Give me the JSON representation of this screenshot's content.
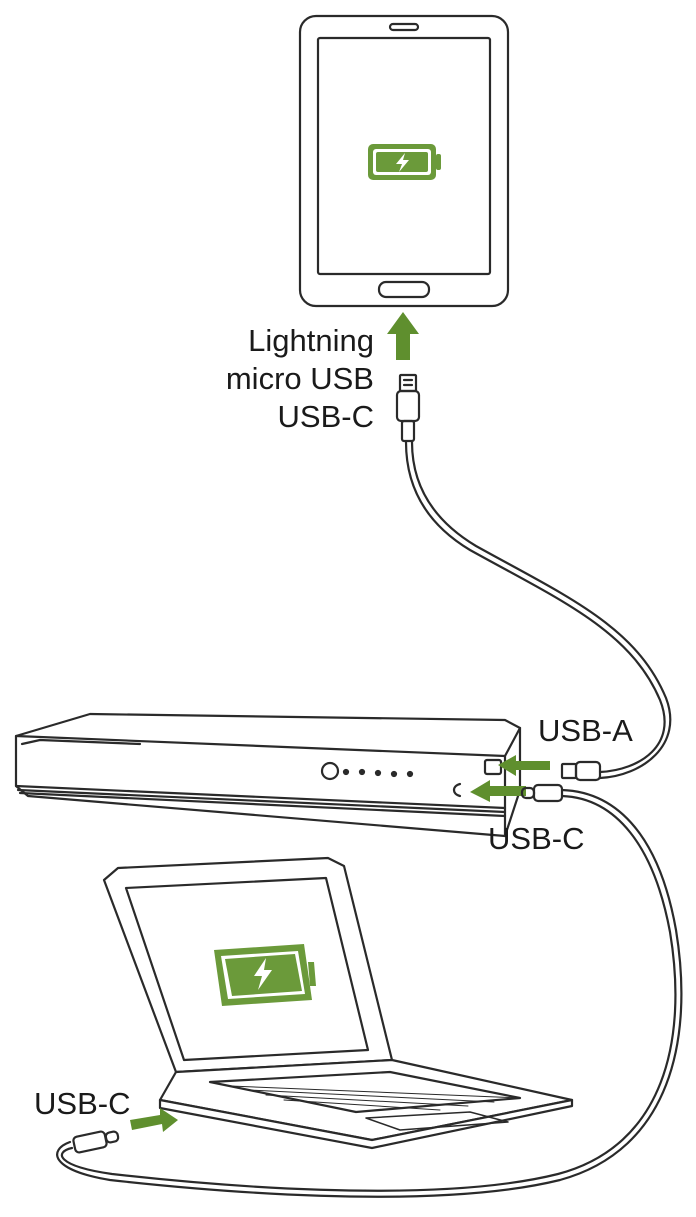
{
  "colors": {
    "accent": "#5f8f2e",
    "battery_fill": "#6b9a3a",
    "line": "#2a2a2a"
  },
  "labels": {
    "phone_connector_1": "Lightning",
    "phone_connector_2": "micro USB",
    "phone_connector_3": "USB-C",
    "powerbank_port_a": "USB-A",
    "powerbank_port_c": "USB-C",
    "laptop_port": "USB-C"
  },
  "icons": {
    "phone_screen": "battery-charging-icon",
    "laptop_screen": "battery-charging-icon"
  }
}
